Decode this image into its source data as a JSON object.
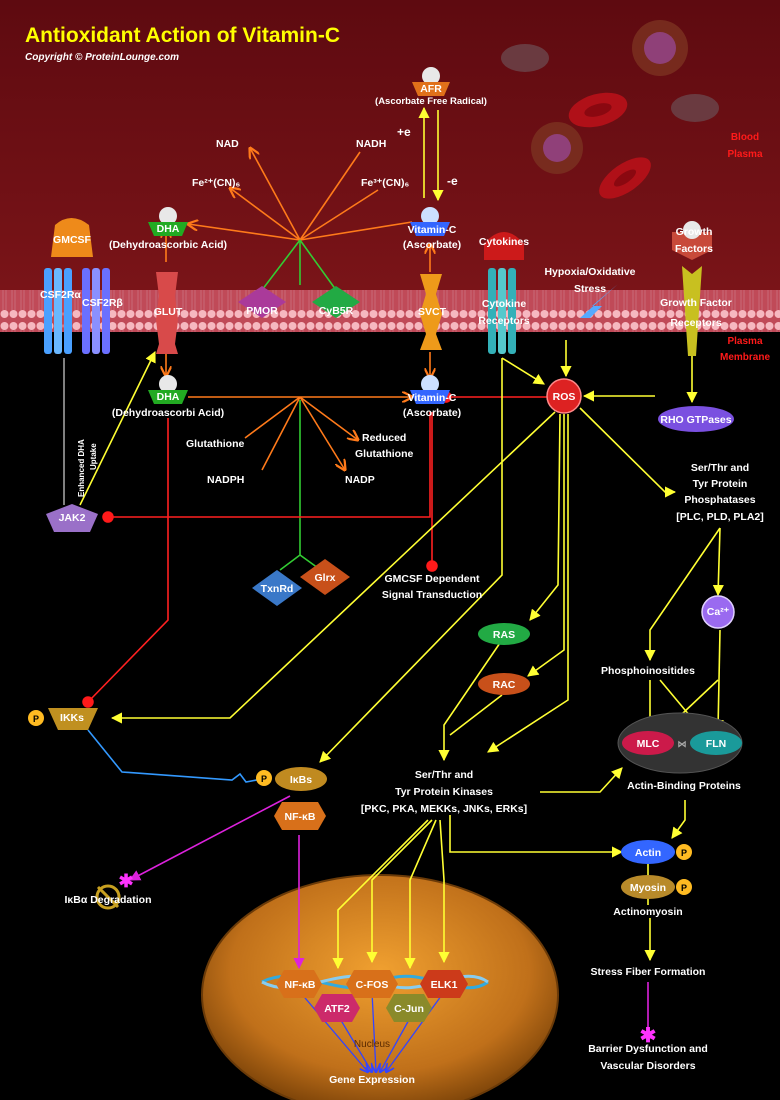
{
  "title": "Antioxidant Action of Vitamin-C",
  "copyright": "Copyright © ProteinLounge.com",
  "regions": {
    "blood_plasma": [
      "Blood",
      "Plasma"
    ],
    "plasma_membrane": [
      "Plasma",
      "Membrane"
    ],
    "nucleus": "Nucleus"
  },
  "labels": {
    "afr": "AFR",
    "afr_full": "(Ascorbate Free Radical)",
    "plus_e": "+e",
    "minus_e": "-e",
    "nad": "NAD",
    "nadh": "NADH",
    "fe2": "Fe²⁺(CN)₆",
    "fe3": "Fe³⁺(CN)₆",
    "dha_top": "DHA",
    "dha_top_full": "(Dehydroascorbic Acid)",
    "vitc_top": "Vitamin-C",
    "vitc_top_full": "(Ascorbate)",
    "gmcsf": "GMCSF",
    "csf2ra": "CSF2Rα",
    "csf2rb": "CSF2Rβ",
    "glut": "GLUT",
    "pmor": "PMOR",
    "cyb5r": "CyB5R",
    "svct": "SVCT",
    "cytokines": "Cytokines",
    "cytokine_receptors": [
      "Cytokine",
      "Receptors"
    ],
    "hypoxia": [
      "Hypoxia/Oxidative",
      "Stress"
    ],
    "growth_factors": [
      "Growth",
      "Factors"
    ],
    "gf_receptors": [
      "Growth Factor",
      "Receptors"
    ],
    "dha_bottom": "DHA",
    "dha_bottom_full": "(Dehydroascorbi Acid)",
    "vitc_bottom": "Vitamin-C",
    "vitc_bottom_full": "(Ascorbate)",
    "ros": "ROS",
    "rho": "RHO GTPases",
    "glutathione": "Glutathione",
    "reduced_glutathione": [
      "Reduced",
      "Glutathione"
    ],
    "nadph": "NADPH",
    "nadp": "NADP",
    "enhanced_dha": [
      "Enhanced DHA",
      "Uptake"
    ],
    "jak2": "JAK2",
    "txnrd": "TxnRd",
    "glrx": "Glrx",
    "gmcsf_signal": [
      "GMCSF Dependent",
      "Signal Transduction"
    ],
    "phosphatases": [
      "Ser/Thr and",
      "Tyr Protein",
      "Phosphatases",
      "[PLC, PLD, PLA2]"
    ],
    "ca": "Ca²⁺",
    "ras": "RAS",
    "rac": "RAC",
    "phosphoinositides": "Phosphoinositides",
    "mlc": "MLC",
    "fln": "FLN",
    "actin_binding": "Actin-Binding Proteins",
    "ikks": "IKKs",
    "p": "P",
    "ikbs": "IκBs",
    "nfkb": "NF-κB",
    "kinases": [
      "Ser/Thr and",
      "Tyr Protein Kinases",
      "[PKC, PKA, MEKKs, JNKs, ERKs]"
    ],
    "actin": "Actin",
    "myosin": "Myosin",
    "actinomyosin": "Actinomyosin",
    "ikba_degradation": "IκBα Degradation",
    "stress_fiber": "Stress Fiber Formation",
    "barrier": [
      "Barrier Dysfunction and",
      "Vascular Disorders"
    ],
    "nfkb_nuc": "NF-κB",
    "cfos": "C-FOS",
    "elk1": "ELK1",
    "atf2": "ATF2",
    "cjun": "C-Jun",
    "gene_expression": "Gene Expression"
  },
  "colors": {
    "plasma_bg": "#6b0f14",
    "activation": "#ffff33",
    "inhibition": "#ff2020",
    "redox": "#ff7a1a",
    "enzyme": "#33cc33",
    "ikb_degradation": "#dd22dd",
    "phospho": "#3399ff"
  }
}
